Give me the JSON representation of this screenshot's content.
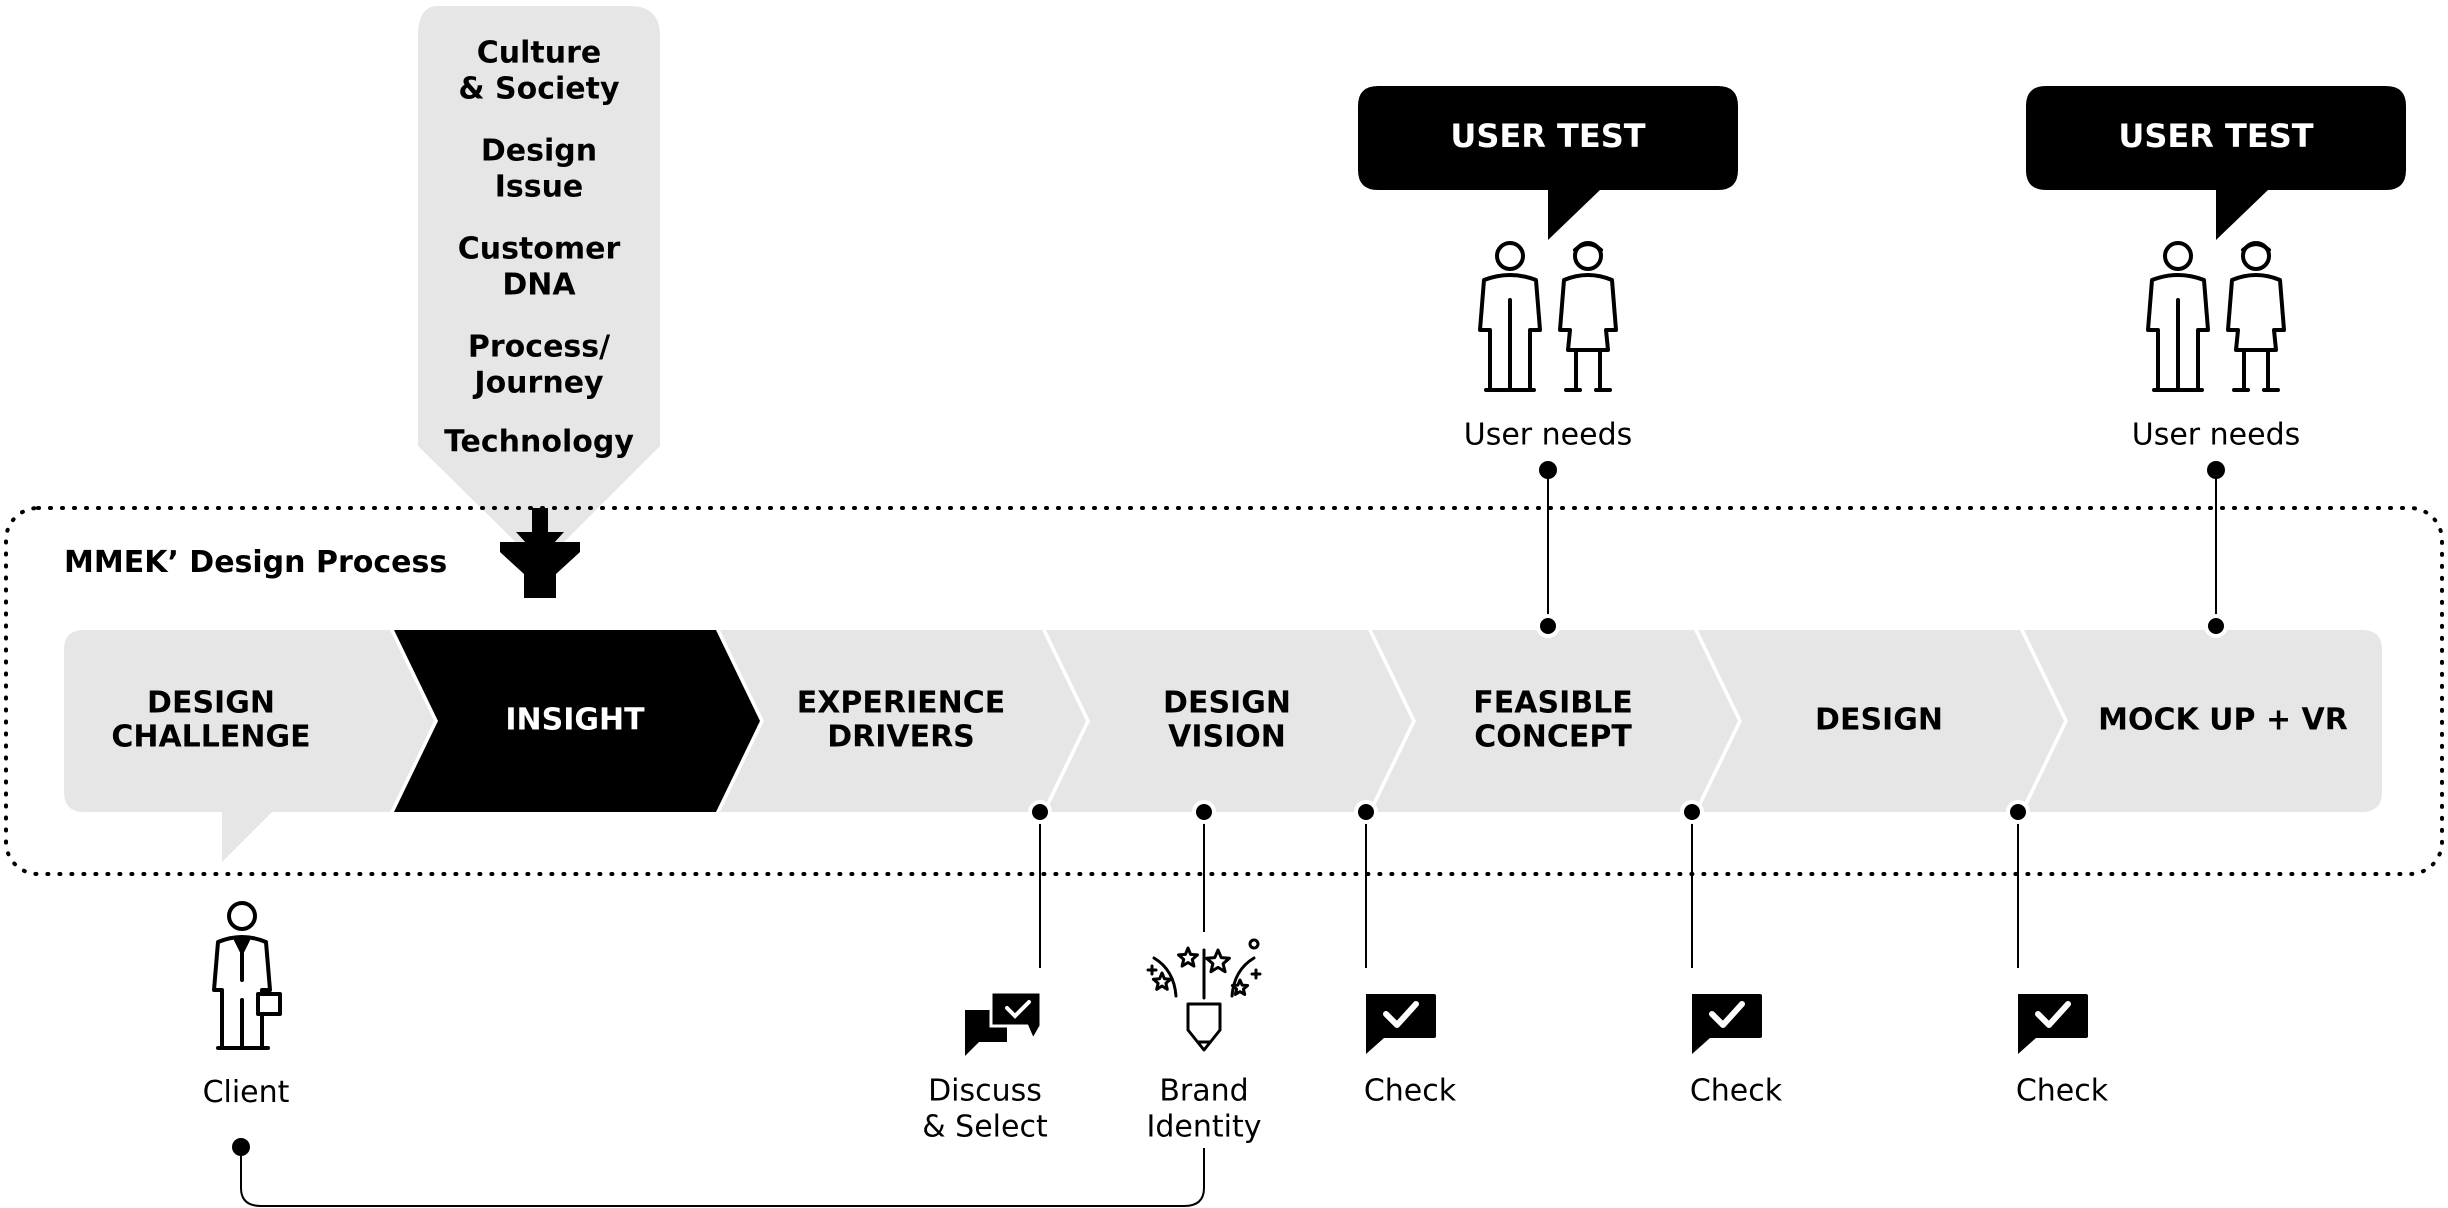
{
  "process_title": "MMEK’ Design Process",
  "insight_sources": [
    [
      "Culture",
      "& Society"
    ],
    [
      "Design",
      "Issue"
    ],
    [
      "Customer",
      "DNA"
    ],
    [
      "Process/",
      "Journey"
    ],
    [
      "Technology"
    ]
  ],
  "stages": [
    {
      "lines": [
        "DESIGN",
        "CHALLENGE"
      ],
      "highlighted": false
    },
    {
      "lines": [
        "INSIGHT"
      ],
      "highlighted": true
    },
    {
      "lines": [
        "EXPERIENCE",
        "DRIVERS"
      ],
      "highlighted": false
    },
    {
      "lines": [
        "DESIGN",
        "VISION"
      ],
      "highlighted": false
    },
    {
      "lines": [
        "FEASIBLE",
        "CONCEPT"
      ],
      "highlighted": false
    },
    {
      "lines": [
        "DESIGN"
      ],
      "highlighted": false
    },
    {
      "lines": [
        "MOCK UP + VR"
      ],
      "highlighted": false
    }
  ],
  "user_tests": [
    {
      "bubble": "USER TEST",
      "label": "User needs"
    },
    {
      "bubble": "USER TEST",
      "label": "User needs"
    }
  ],
  "client": {
    "label": "Client"
  },
  "outputs": [
    {
      "lines": [
        "Discuss",
        "& Select"
      ],
      "icon": "chat-check-icon"
    },
    {
      "lines": [
        "Brand",
        "Identity"
      ],
      "icon": "pencil-stars-icon"
    },
    {
      "lines": [
        "Check"
      ],
      "icon": "check-bubble-icon"
    },
    {
      "lines": [
        "Check"
      ],
      "icon": "check-bubble-icon"
    },
    {
      "lines": [
        "Check"
      ],
      "icon": "check-bubble-icon"
    }
  ],
  "icons": {
    "funnel": "funnel-icon",
    "user_pair": "user-pair-icon",
    "client": "businessman-icon"
  },
  "colors": {
    "panel": "#e6e6e6",
    "highlight": "#000000",
    "text": "#000000",
    "line": "#000000"
  }
}
